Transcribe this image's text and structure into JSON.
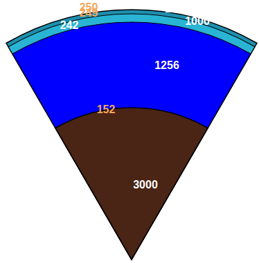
{
  "diagram": {
    "labels": [
      "250",
      "249",
      "1000",
      "242",
      "1000",
      "1256",
      "152",
      "3000"
    ]
  }
}
